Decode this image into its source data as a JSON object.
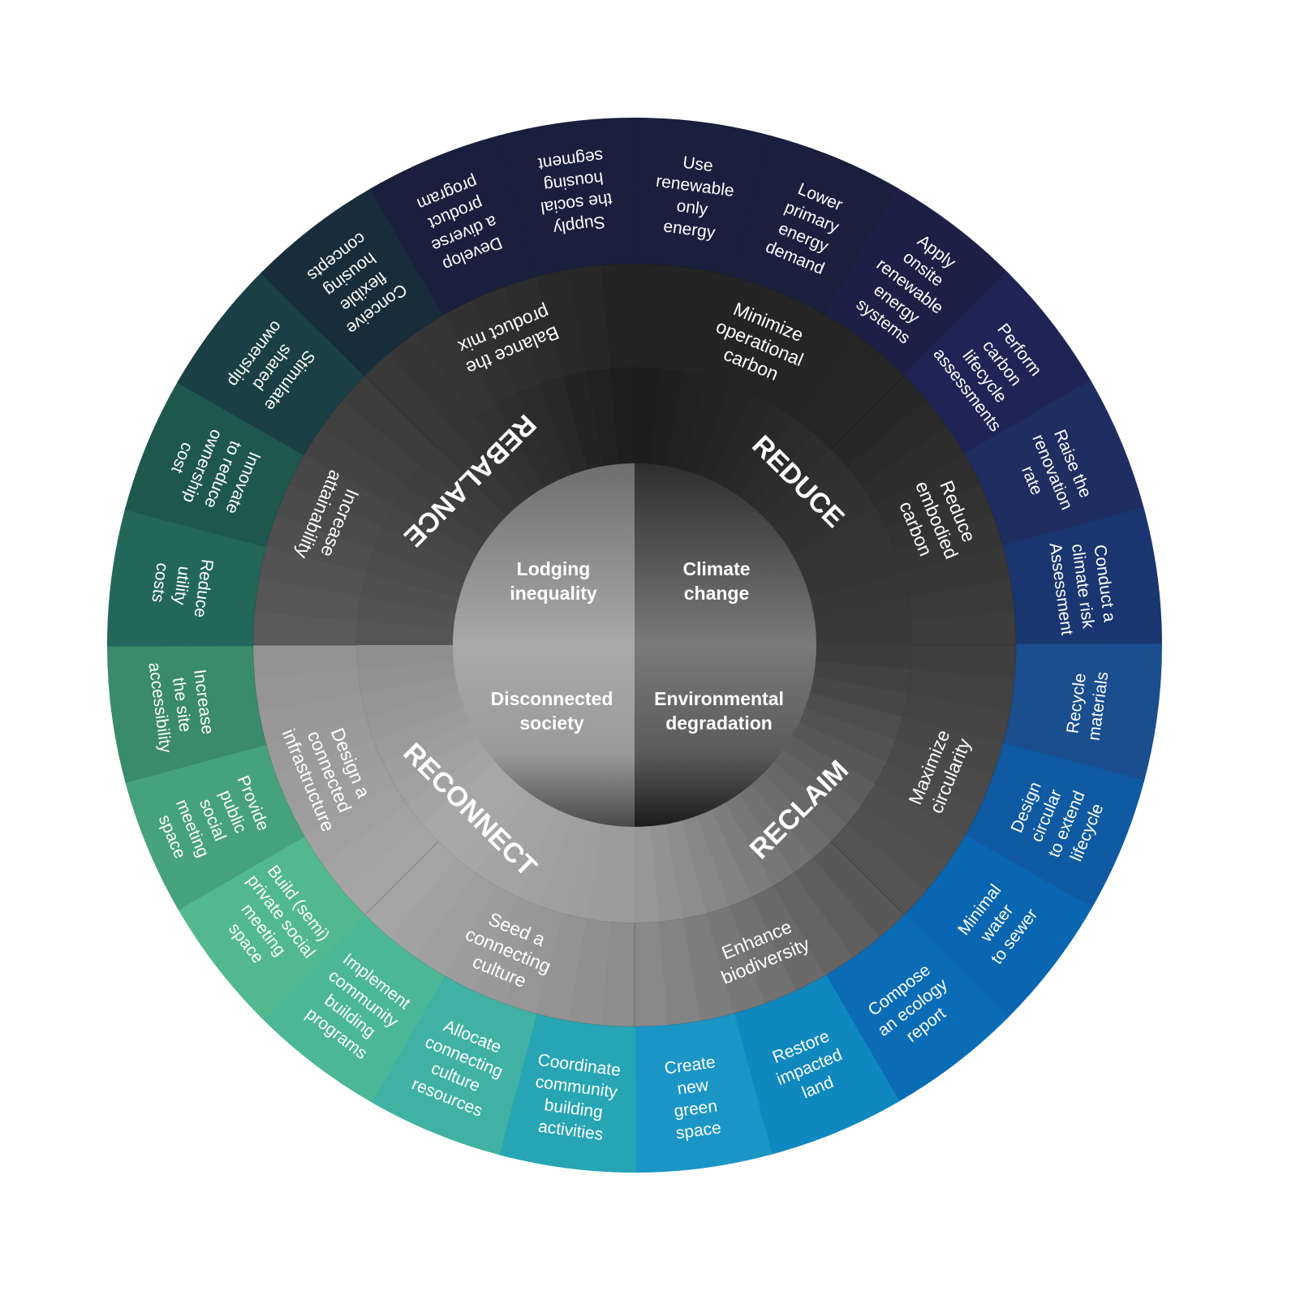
{
  "core": [
    {
      "lines": [
        "Climate",
        "change"
      ]
    },
    {
      "lines": [
        "Environmental",
        "degradation"
      ]
    },
    {
      "lines": [
        "Disconnected",
        "society"
      ]
    },
    {
      "lines": [
        "Lodging",
        "inequality"
      ]
    }
  ],
  "pillars": [
    {
      "label": "REDUCE"
    },
    {
      "label": "RECLAIM"
    },
    {
      "label": "RECONNECT"
    },
    {
      "label": "REBALANCE"
    }
  ],
  "goals": [
    {
      "lines": [
        "Minimize",
        "operational",
        "carbon"
      ]
    },
    {
      "lines": [
        "Reduce",
        "embodied",
        "carbon"
      ]
    },
    {
      "lines": [
        "Maximize",
        "circularity"
      ]
    },
    {
      "lines": [
        "Enhance",
        "biodiversity"
      ]
    },
    {
      "lines": [
        "Seed a",
        "connecting",
        "culture"
      ]
    },
    {
      "lines": [
        "Design a",
        "connected",
        "infrastructure"
      ]
    },
    {
      "lines": [
        "Increase",
        "attainability"
      ]
    },
    {
      "lines": [
        "Balance the",
        "product mix"
      ]
    }
  ],
  "actions": [
    {
      "lines": [
        "Use",
        "renewable",
        "only",
        "energy"
      ],
      "color": "#1a1f3d"
    },
    {
      "lines": [
        "Lower",
        "primary",
        "energy",
        "demand"
      ],
      "color": "#1a1f3e"
    },
    {
      "lines": [
        "Apply",
        "onsite",
        "renewable",
        "energy",
        "systems"
      ],
      "color": "#1c2046"
    },
    {
      "lines": [
        "Perform",
        "carbon",
        "lifecycle",
        "assessments"
      ],
      "color": "#1e2556"
    },
    {
      "lines": [
        "Raise the",
        "renovation",
        "rate"
      ],
      "color": "#1f2d60"
    },
    {
      "lines": [
        "Conduct a",
        "climate risk",
        "Assessment"
      ],
      "color": "#193670"
    },
    {
      "lines": [
        "Recycle",
        "materials"
      ],
      "color": "#1a4e8e"
    },
    {
      "lines": [
        "Design",
        "circular",
        "to extend",
        "lifecycle"
      ],
      "color": "#0f5aa2"
    },
    {
      "lines": [
        "Minimal",
        "water",
        "to sewer"
      ],
      "color": "#0a66b0"
    },
    {
      "lines": [
        "Compose",
        "an ecology",
        "report"
      ],
      "color": "#0b6cb6"
    },
    {
      "lines": [
        "Restore",
        "impacted",
        "land"
      ],
      "color": "#0f88c0"
    },
    {
      "lines": [
        "Create",
        "new",
        "green",
        "space"
      ],
      "color": "#1a95c6"
    },
    {
      "lines": [
        "Coordinate",
        "community",
        "building",
        "activities"
      ],
      "color": "#27a5b4"
    },
    {
      "lines": [
        "Allocate",
        "connecting",
        "culture",
        "resources"
      ],
      "color": "#40b2a3"
    },
    {
      "lines": [
        "Implement",
        "community",
        "building",
        "programs"
      ],
      "color": "#4cb796"
    },
    {
      "lines": [
        "Build (semi)",
        "private social",
        "meeting",
        "space"
      ],
      "color": "#52b98e"
    },
    {
      "lines": [
        "Provide",
        "public",
        "social",
        "meeting",
        "space"
      ],
      "color": "#46a27c"
    },
    {
      "lines": [
        "Increase",
        "the site",
        "accessibility"
      ],
      "color": "#3a8a6c"
    },
    {
      "lines": [
        "Reduce",
        "utility",
        "costs"
      ],
      "color": "#23675c"
    },
    {
      "lines": [
        "Innovate",
        "to reduce",
        "ownership",
        "cost"
      ],
      "color": "#1e574f"
    },
    {
      "lines": [
        "Stimulate",
        "shared",
        "ownership"
      ],
      "color": "#1a3f44"
    },
    {
      "lines": [
        "Conceive",
        "flexible",
        "housing",
        "concepts"
      ],
      "color": "#182d39"
    },
    {
      "lines": [
        "Develop",
        "a diverse",
        "product",
        "program"
      ],
      "color": "#1a1f3d"
    },
    {
      "lines": [
        "Supply",
        "the social",
        "housing",
        "segment"
      ],
      "color": "#1a1f3d"
    }
  ]
}
